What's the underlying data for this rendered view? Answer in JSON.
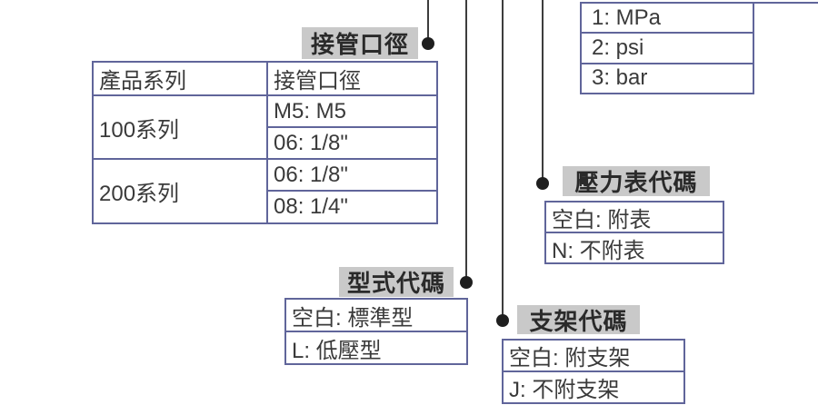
{
  "colors": {
    "box_border": "#60659a",
    "label_bg": "#c9c9c9",
    "text": "#3a3a3a",
    "connector": "#1f1f1f"
  },
  "unit_box": {
    "rows": [
      "1: MPa",
      "2: psi",
      "3: bar"
    ]
  },
  "port_table": {
    "headers": [
      "產品系列",
      "接管口徑"
    ],
    "groups": [
      {
        "series": "100系列",
        "options": [
          "M5: M5",
          "06: 1/8\""
        ]
      },
      {
        "series": "200系列",
        "options": [
          "06: 1/8\"",
          "08: 1/4\""
        ]
      }
    ]
  },
  "callouts": {
    "port": {
      "label": "接管口徑"
    },
    "gauge": {
      "label": "壓力表代碼",
      "rows": [
        "空白: 附表",
        "N: 不附表"
      ]
    },
    "type": {
      "label": "型式代碼",
      "rows": [
        "空白: 標準型",
        "L: 低壓型"
      ]
    },
    "bracket": {
      "label": "支架代碼",
      "rows": [
        "空白: 附支架",
        "J: 不附支架"
      ]
    }
  }
}
